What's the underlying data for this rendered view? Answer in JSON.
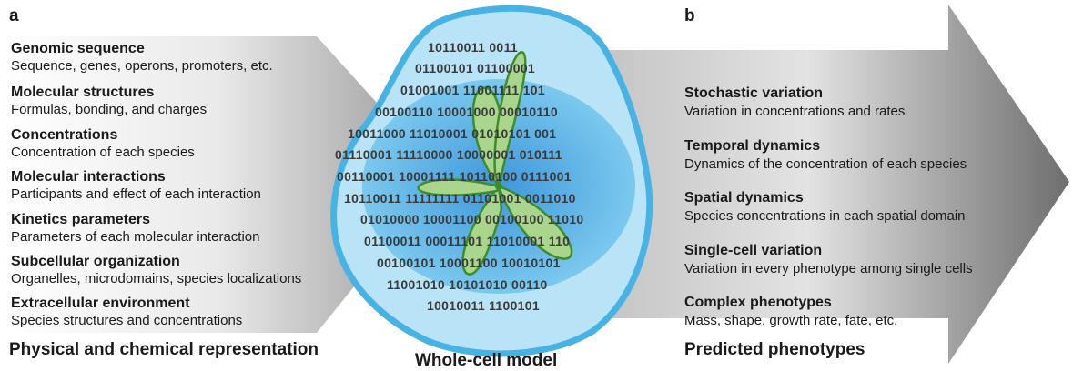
{
  "panel_a": {
    "letter": "a",
    "items": [
      {
        "title": "Genomic sequence",
        "desc": "Sequence, genes, operons, promoters, etc."
      },
      {
        "title": "Molecular structures",
        "desc": "Formulas, bonding, and charges"
      },
      {
        "title": "Concentrations",
        "desc": "Concentration of each species"
      },
      {
        "title": "Molecular interactions",
        "desc": "Participants and effect of each interaction"
      },
      {
        "title": "Kinetics parameters",
        "desc": "Parameters of each molecular interaction"
      },
      {
        "title": "Subcellular organization",
        "desc": "Organelles, microdomains, species localizations"
      },
      {
        "title": "Extracellular environment",
        "desc": "Species structures and concentrations"
      }
    ],
    "caption": "Physical and chemical representation"
  },
  "center": {
    "caption": "Whole-cell model",
    "binary": [
      "10110011  0011",
      "01100101  01100001",
      "01001001  11001111  101",
      "00100110  10001000  00010110",
      "10011000  11010001  01010101  001",
      "01110001  11110000  10000001  010111",
      "00110001  10001111  10110100  0111001",
      "10110011  11111111  01101001  0011010",
      "01010000  10001100  00100100  11010",
      "01100011  00011101  11010001  110",
      "00100101  10001100  10010101",
      "11001010  10101010  00110",
      "10010011  1100101"
    ]
  },
  "panel_b": {
    "letter": "b",
    "items": [
      {
        "title": "Stochastic variation",
        "desc": "Variation in concentrations and rates"
      },
      {
        "title": "Temporal dynamics",
        "desc": "Dynamics of the concentration of each species"
      },
      {
        "title": "Spatial dynamics",
        "desc": "Species concentrations in each spatial domain"
      },
      {
        "title": "Single-cell variation",
        "desc": "Variation in every phenotype among single cells"
      },
      {
        "title": "Complex phenotypes",
        "desc": "Mass, shape, growth rate, fate, etc."
      }
    ],
    "caption": "Predicted phenotypes"
  },
  "colors": {
    "cell_outline": "#47b3e4",
    "cell_fill": "#b9e3f6",
    "nucleoid": "#5ec0ea",
    "chromosome": "#a9d58c",
    "chromosome_outline": "#3d8d2a"
  }
}
